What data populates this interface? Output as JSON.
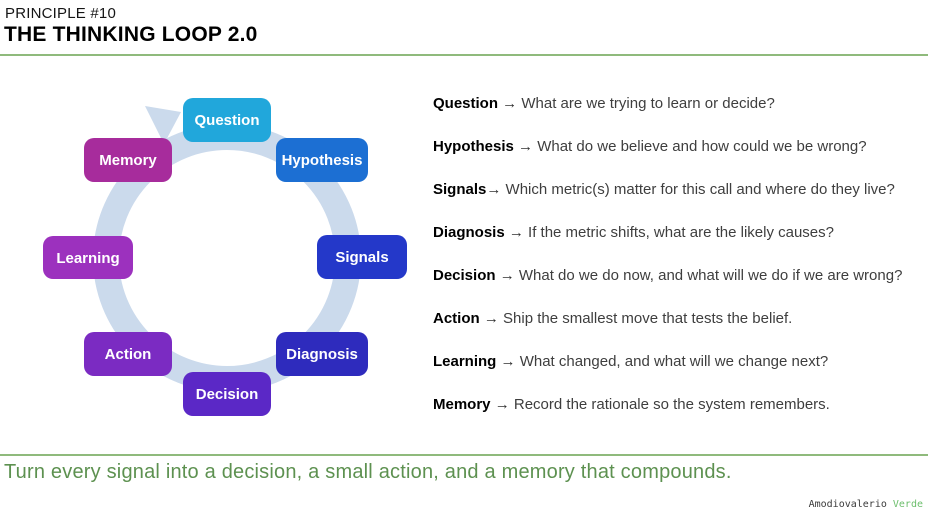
{
  "header": {
    "kicker": "PRINCIPLE #10",
    "title": "THE THINKING LOOP 2.0"
  },
  "diagram": {
    "ring_color": "#CBDAEC",
    "nodes": [
      {
        "label": "Question",
        "color": "#21A7DB"
      },
      {
        "label": "Hypothesis",
        "color": "#1C6FD3"
      },
      {
        "label": "Signals",
        "color": "#2438C9"
      },
      {
        "label": "Diagnosis",
        "color": "#2E2BBD"
      },
      {
        "label": "Decision",
        "color": "#5B28C6"
      },
      {
        "label": "Action",
        "color": "#7B2BC2"
      },
      {
        "label": "Learning",
        "color": "#9C31BE"
      },
      {
        "label": "Memory",
        "color": "#A72C9C"
      }
    ]
  },
  "legend": {
    "items": [
      {
        "term": "Question",
        "sep": " → ",
        "desc": "What are we trying to learn or decide?"
      },
      {
        "term": "Hypothesis",
        "sep": " → ",
        "desc": "What do we believe and how could we be wrong?"
      },
      {
        "term": "Signals",
        "sep": "→ ",
        "desc": "Which metric(s) matter for this call and where do they live?"
      },
      {
        "term": "Diagnosis",
        "sep": " → ",
        "desc": "If the metric shifts, what are the likely causes?"
      },
      {
        "term": "Decision",
        "sep": " → ",
        "desc": "What do we do now, and what will we do if we are wrong?"
      },
      {
        "term": "Action",
        "sep": " → ",
        "desc": "Ship the smallest move that tests the belief."
      },
      {
        "term": "Learning",
        "sep": " → ",
        "desc": "What changed, and what will we change next?"
      },
      {
        "term": "Memory",
        "sep": " → ",
        "desc": "Record the rationale so the system remembers."
      }
    ]
  },
  "tagline": "Turn every signal into a decision, a small action, and a memory that compounds.",
  "footer": {
    "author": "Amodiovalerio ",
    "brand": "Verde"
  },
  "colors": {
    "divider_green": "#8FBA7C",
    "tagline_green": "#5D9150",
    "ring_light_blue": "#CBDAEC"
  }
}
